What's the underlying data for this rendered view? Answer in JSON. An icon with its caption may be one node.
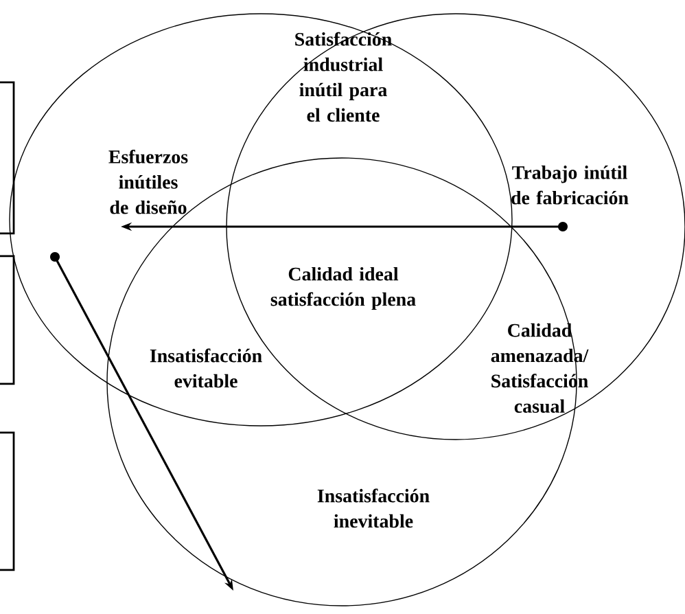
{
  "diagram": {
    "nodes": [
      {
        "text": [],
        "shape": "box"
      },
      {
        "text": [],
        "shape": "box"
      },
      {
        "text": [],
        "shape": "box"
      },
      {
        "text": [],
        "shape": "circle"
      },
      {
        "text": [],
        "shape": "circle"
      },
      {
        "text": [],
        "shape": "circle"
      },
      {
        "text": [
          "Satisfacción industrial inútil para el cliente"
        ]
      },
      {
        "text": [
          "Esfuerzos inútiles de diseño"
        ],
        "in": 3
      },
      {
        "text": [
          "Trabajo inútil de fabricación"
        ],
        "in": 4
      },
      {
        "text": [
          "Calidad ideal satisfacción plena"
        ]
      },
      {
        "text": [
          "Insatisfacción evitable"
        ]
      },
      {
        "text": [
          "Calidad amenazada/ Satisfacción casual"
        ],
        "in": 4
      },
      {
        "text": [
          "Insatisfacción inevitable"
        ],
        "in": 5
      }
    ],
    "edges": [
      {
        "from": 8,
        "to": 7,
        "arrow": "to"
      },
      {
        "from": 3,
        "to": 5,
        "arrow": "to"
      }
    ]
  }
}
